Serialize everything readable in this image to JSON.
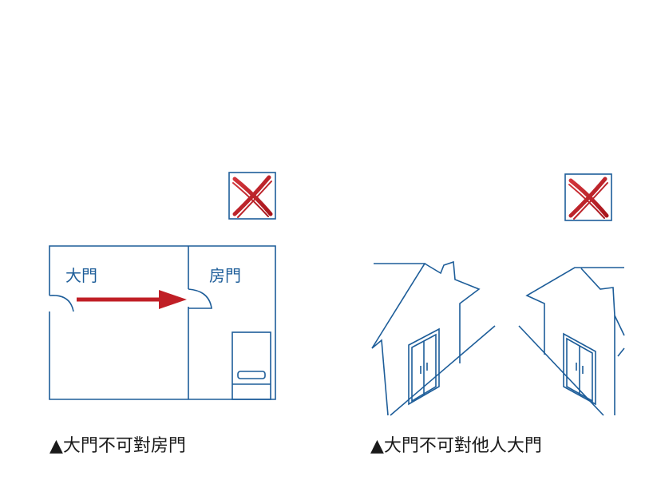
{
  "colors": {
    "line": "#1d5d99",
    "arrow": "#c01f26",
    "cross": "#c0242b",
    "text": "#1a1a1a"
  },
  "left_figure": {
    "front_door_label": "大門",
    "room_door_label": "房門",
    "caption": "▲大門不可對房門"
  },
  "right_figure": {
    "caption": "▲大門不可對他人大門"
  },
  "icons": {
    "wrong_mark": "cross-icon"
  }
}
